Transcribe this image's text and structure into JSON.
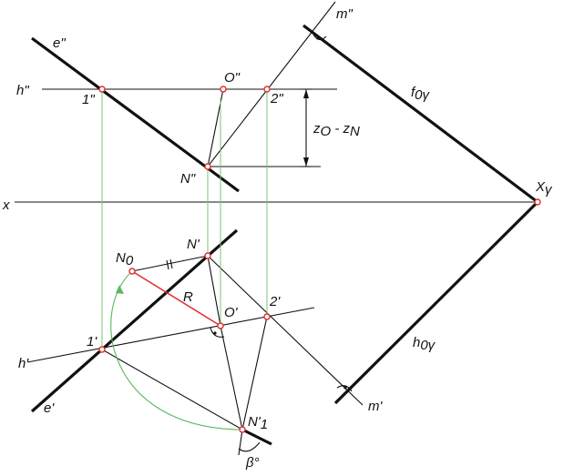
{
  "colors": {
    "line": "#111111",
    "projection": "#7ac47a",
    "point": "#d9302a",
    "radius": "#e0302a",
    "arc": "#5cb85c",
    "background": "#ffffff"
  },
  "labels": {
    "e2": "e\"",
    "h2": "h\"",
    "m2": "m\"",
    "p1_2": "1\"",
    "O2": "O\"",
    "p2_2": "2\"",
    "N2": "N\"",
    "f0": "f",
    "f0_sub": "0γ",
    "z_main": "z",
    "z_o": "O",
    "z_dash": " - z",
    "z_n": "N",
    "x_axis": "x",
    "Xg": "X",
    "Xg_sub": "γ",
    "N0": "N",
    "N0_sub": "0",
    "N1": "N'",
    "R": "R",
    "O1": "O'",
    "p2_1": "2'",
    "p1_1": "1'",
    "h1": "h'",
    "e1": "e'",
    "h0": "h",
    "h0_sub": "0γ",
    "m1": "m'",
    "Nd1": "N'",
    "Nd1_sub": "1",
    "beta": "β°"
  }
}
